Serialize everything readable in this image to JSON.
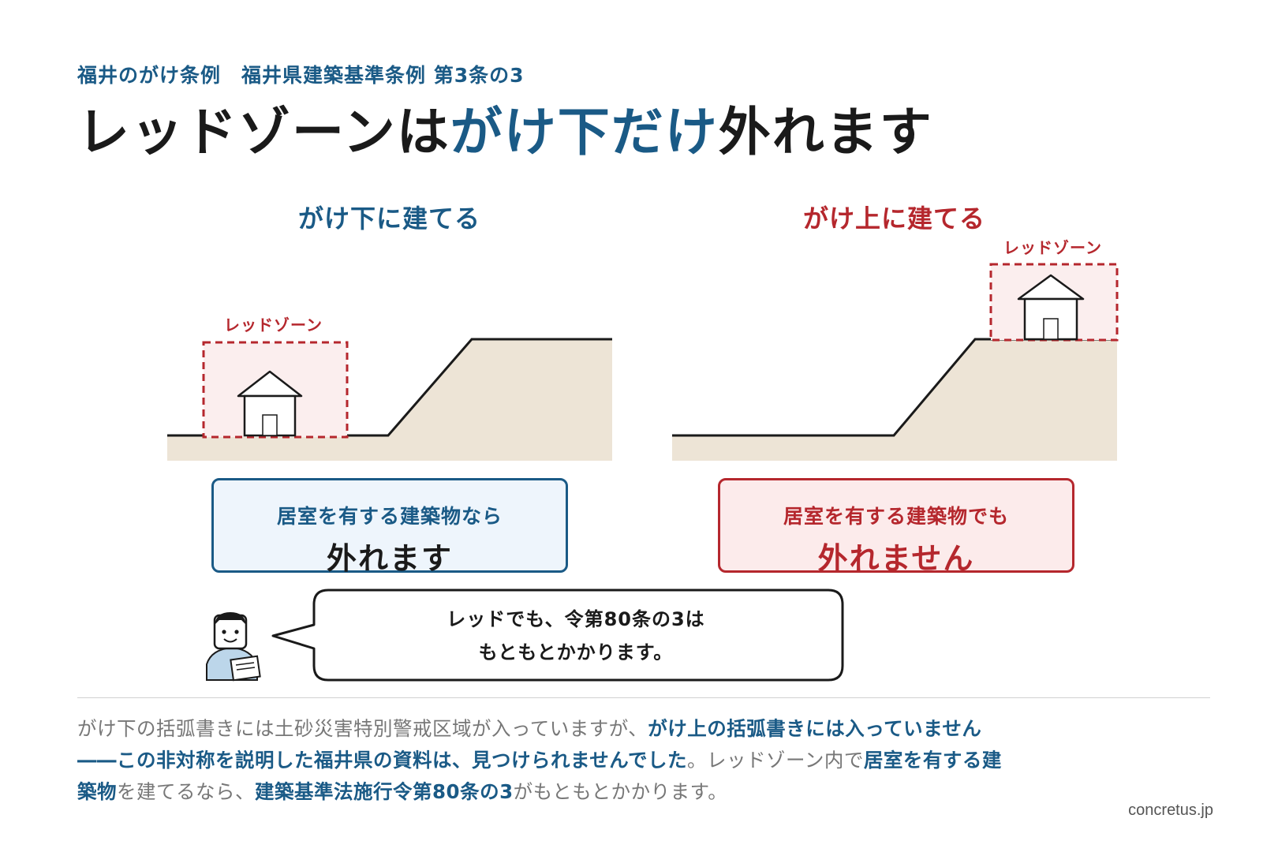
{
  "header": {
    "eyebrow": "福井のがけ条例　福井県建築基準条例 第3条の3",
    "headline_part1": "レッドゾーンは",
    "headline_accent": "がけ下だけ",
    "headline_part2": "外れます"
  },
  "panels": [
    {
      "title": "がけ下に建てる",
      "zone_label": "レッドゾーン",
      "result_sub": "居室を有する建築物なら",
      "result_main": "外れます"
    },
    {
      "title": "がけ上に建てる",
      "zone_label": "レッドゾーン",
      "result_sub": "居室を有する建築物でも",
      "result_main": "外れません"
    }
  ],
  "speech": {
    "line1": "レッドでも、令第80条の3は",
    "line2": "もともとかかります。"
  },
  "body": {
    "seg1": "がけ下の括弧書きには土砂災害特別警戒区域が入っていますが、",
    "seg2": "がけ上の括弧書きには入っていません――この非対称を説明した福井県の資料は、見つけられませんでした",
    "seg3": "。レッドゾーン内で",
    "seg4": "居室を有する建築物",
    "seg5": "を建てるなら、",
    "seg6": "建築基準法施行令第80条の3",
    "seg7": "がもともとかかります。"
  },
  "credit": "concretus.jp",
  "colors": {
    "blue": "#1a5a86",
    "red": "#b5272d",
    "ground": "#ede4d6",
    "zone_fill": "#fbeeee"
  },
  "icons": [
    "house-icon",
    "person-icon",
    "document-icon"
  ]
}
